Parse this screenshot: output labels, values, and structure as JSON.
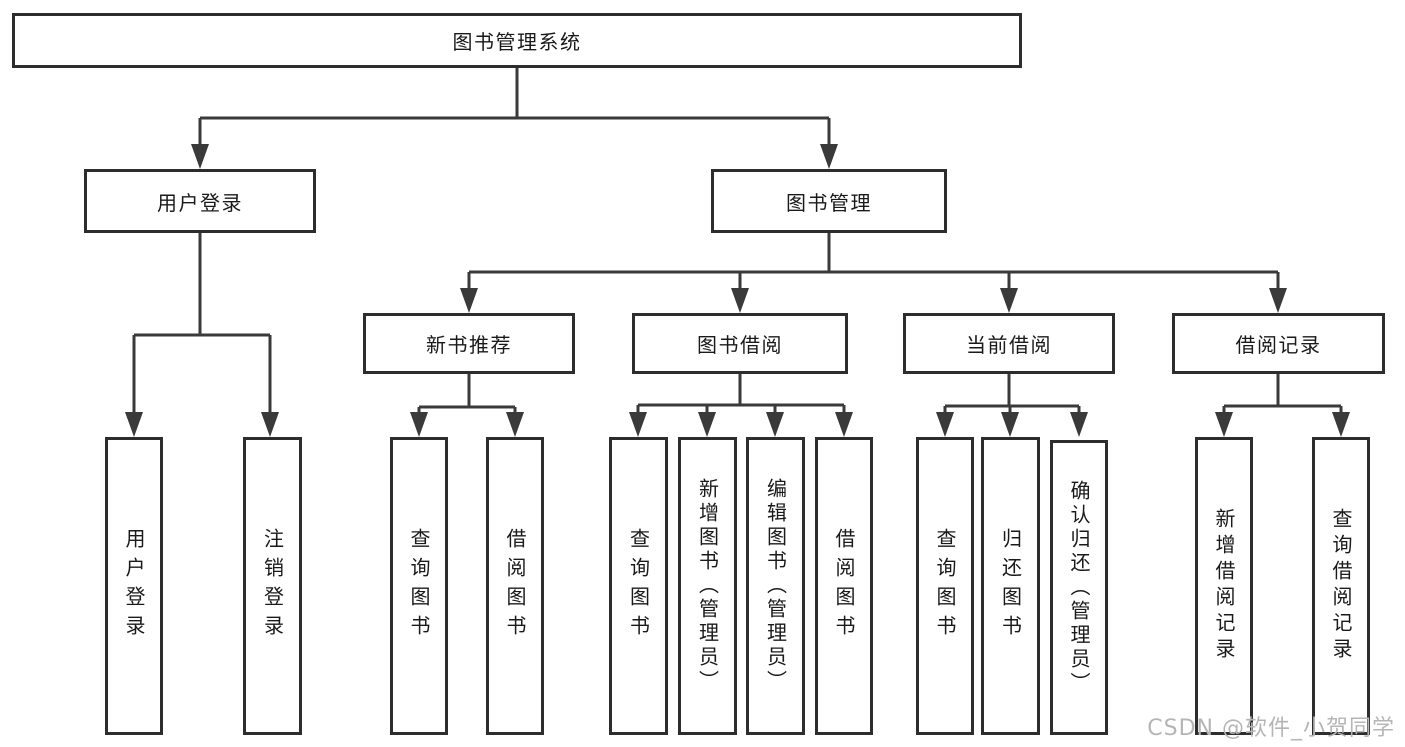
{
  "tree": {
    "label": "图书管理系统",
    "children": [
      {
        "label": "用户登录",
        "children": [
          {
            "label": "用户登录"
          },
          {
            "label": "注销登录"
          }
        ]
      },
      {
        "label": "图书管理",
        "children": [
          {
            "label": "新书推荐",
            "children": [
              {
                "label": "查询图书"
              },
              {
                "label": "借阅图书"
              }
            ]
          },
          {
            "label": "图书借阅",
            "children": [
              {
                "label": "查询图书"
              },
              {
                "label": "新增图书（管理员）"
              },
              {
                "label": "编辑图书（管理员）"
              },
              {
                "label": "借阅图书"
              }
            ]
          },
          {
            "label": "当前借阅",
            "children": [
              {
                "label": "查询图书"
              },
              {
                "label": "归还图书"
              },
              {
                "label": "确认归还（管理员）"
              }
            ]
          },
          {
            "label": "借阅记录",
            "children": [
              {
                "label": "新增借阅记录"
              },
              {
                "label": "查询借阅记录"
              }
            ]
          }
        ]
      }
    ]
  },
  "watermark": {
    "text": "CSDN @软件_小贺同学"
  },
  "colors": {
    "line": "#3a3a3a",
    "box_border": "#2d2d2d",
    "text": "#1a1a1a",
    "watermark": "#b5b5b5",
    "background": "#ffffff"
  }
}
